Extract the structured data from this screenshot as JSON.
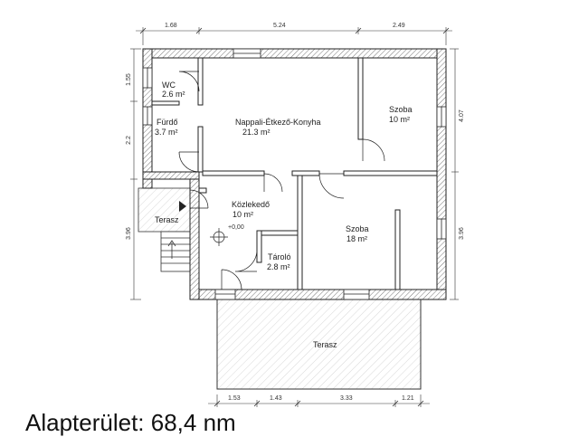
{
  "rooms": {
    "wc": {
      "name": "WC",
      "area": "2.6 m²"
    },
    "furdo": {
      "name": "Fürdő",
      "area": "3.7 m²"
    },
    "nappali": {
      "name": "Nappali-Étkező-Konyha",
      "area": "21.3 m²"
    },
    "szoba1": {
      "name": "Szoba",
      "area": "10 m²"
    },
    "kozlekedo": {
      "name": "Közlekedő",
      "area": "10 m²"
    },
    "szoba2": {
      "name": "Szoba",
      "area": "18 m²"
    },
    "tarolo": {
      "name": "Tároló",
      "area": "2.8 m²"
    },
    "terasz_left": {
      "name": "Terasz"
    },
    "terasz_bottom": {
      "name": "Terasz"
    }
  },
  "level_mark": "+0,00",
  "dimensions": {
    "top": [
      "1.68",
      "5.24",
      "2.49"
    ],
    "bottom": [
      "1.53",
      "1.43",
      "3.33",
      "1.21"
    ],
    "left": [
      "1.55",
      "2.2",
      "3.96"
    ],
    "right": [
      "4.07",
      "3.96"
    ]
  },
  "caption": "Alapterület: 68,4 nm",
  "colors": {
    "wall_hatch": "#999999",
    "line": "#222222"
  }
}
